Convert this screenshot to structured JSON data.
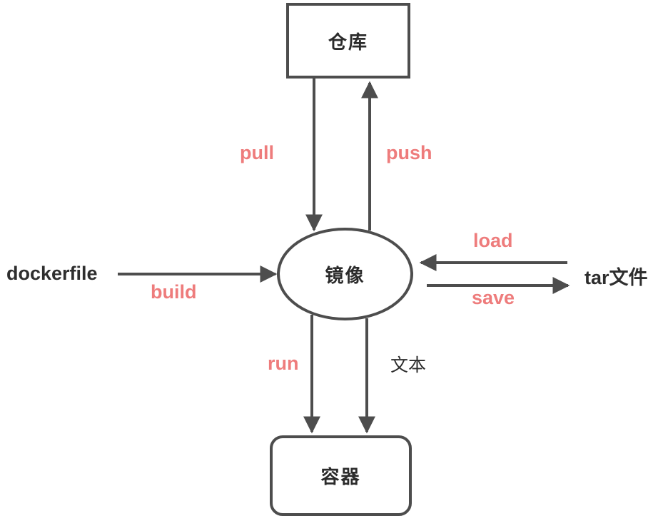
{
  "diagram": {
    "kind": "docker-image-lifecycle-flow",
    "nodes": {
      "repository": {
        "label": "仓库",
        "shape": "rectangle"
      },
      "image": {
        "label": "镜像",
        "shape": "ellipse"
      },
      "container": {
        "label": "容器",
        "shape": "rounded-rectangle"
      },
      "dockerfile": {
        "label": "dockerfile"
      },
      "tarfile": {
        "label": "tar文件"
      }
    },
    "edges": {
      "pull": {
        "label": "pull",
        "from": "repository",
        "to": "image",
        "direction": "down"
      },
      "push": {
        "label": "push",
        "from": "image",
        "to": "repository",
        "direction": "up"
      },
      "build": {
        "label": "build",
        "from": "dockerfile",
        "to": "image",
        "direction": "right"
      },
      "load": {
        "label": "load",
        "from": "tarfile",
        "to": "image",
        "direction": "left"
      },
      "save": {
        "label": "save",
        "from": "image",
        "to": "tarfile",
        "direction": "right"
      },
      "run": {
        "label": "run",
        "from": "image",
        "to": "container",
        "direction": "down"
      },
      "text": {
        "label": "文本",
        "from": "image",
        "to": "container",
        "direction": "down"
      }
    },
    "colors": {
      "line": "#4d4d4d",
      "accent_label": "#ee7c7c",
      "text": "#2d2d2d",
      "background": "#ffffff"
    }
  }
}
